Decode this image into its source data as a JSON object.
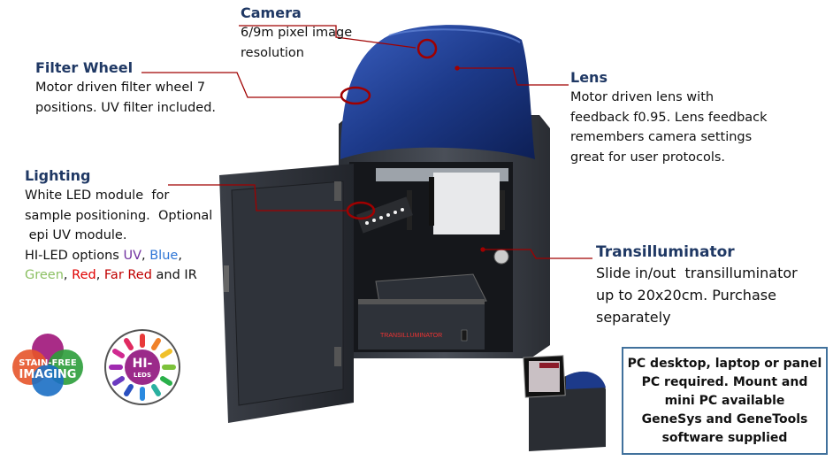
{
  "callouts": {
    "camera": {
      "title": "Camera",
      "lines": [
        "6/9m pixel image",
        "resolution"
      ]
    },
    "filter_wheel": {
      "title": "Filter Wheel",
      "lines": [
        "Motor driven filter wheel 7",
        "positions. UV filter included."
      ]
    },
    "lens": {
      "title": "Lens",
      "lines": [
        "Motor driven lens with",
        "feedback f0.95. Lens feedback",
        "remembers camera settings",
        "great for user protocols."
      ]
    },
    "lighting": {
      "title": "Lighting",
      "lines": [
        "White LED module  for",
        "sample positioning.  Optional",
        " epi UV module."
      ],
      "hi_led_prefix": "HI-LED options ",
      "options": [
        "UV",
        "Blue",
        "Green",
        "Red",
        "Far Red"
      ],
      "suffix": " and IR",
      "sep": ", "
    },
    "transilluminator": {
      "title": "Transilluminator",
      "lines": [
        "Slide in/out  transilluminator",
        "up to 20x20cm. Purchase",
        "separately"
      ]
    }
  },
  "pc_box": {
    "lines": [
      "PC desktop, laptop or panel",
      "PC required. Mount and",
      "mini PC available",
      "GeneSys and GeneTools",
      "software supplied"
    ]
  },
  "logos": {
    "stain_free": "STAIN-FREE IMAGING",
    "hi_leds": "HI- LEDS"
  },
  "device_label": "TRANSILLUMINATOR",
  "colors": {
    "heading": "#1f3864",
    "leader": "#a00000",
    "box_border": "#41719c",
    "hood": "#1d3a8a"
  }
}
